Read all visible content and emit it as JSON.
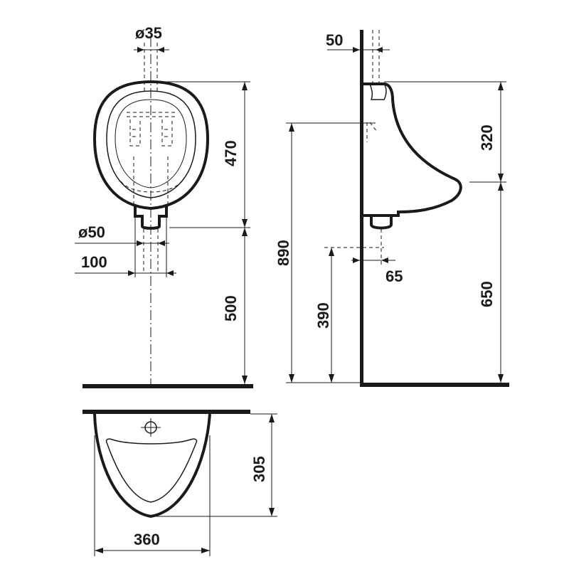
{
  "labels": {
    "inlet_diameter": "ø35",
    "height_470": "470",
    "outlet_diameter": "ø50",
    "width_100": "100",
    "height_500": "500",
    "wall_offset_50": "50",
    "height_320": "320",
    "height_890": "890",
    "depth_65": "65",
    "height_390": "390",
    "height_650": "650",
    "depth_305": "305",
    "width_360": "360"
  },
  "colors": {
    "ink": "#1a1a1a",
    "background": "#ffffff"
  }
}
